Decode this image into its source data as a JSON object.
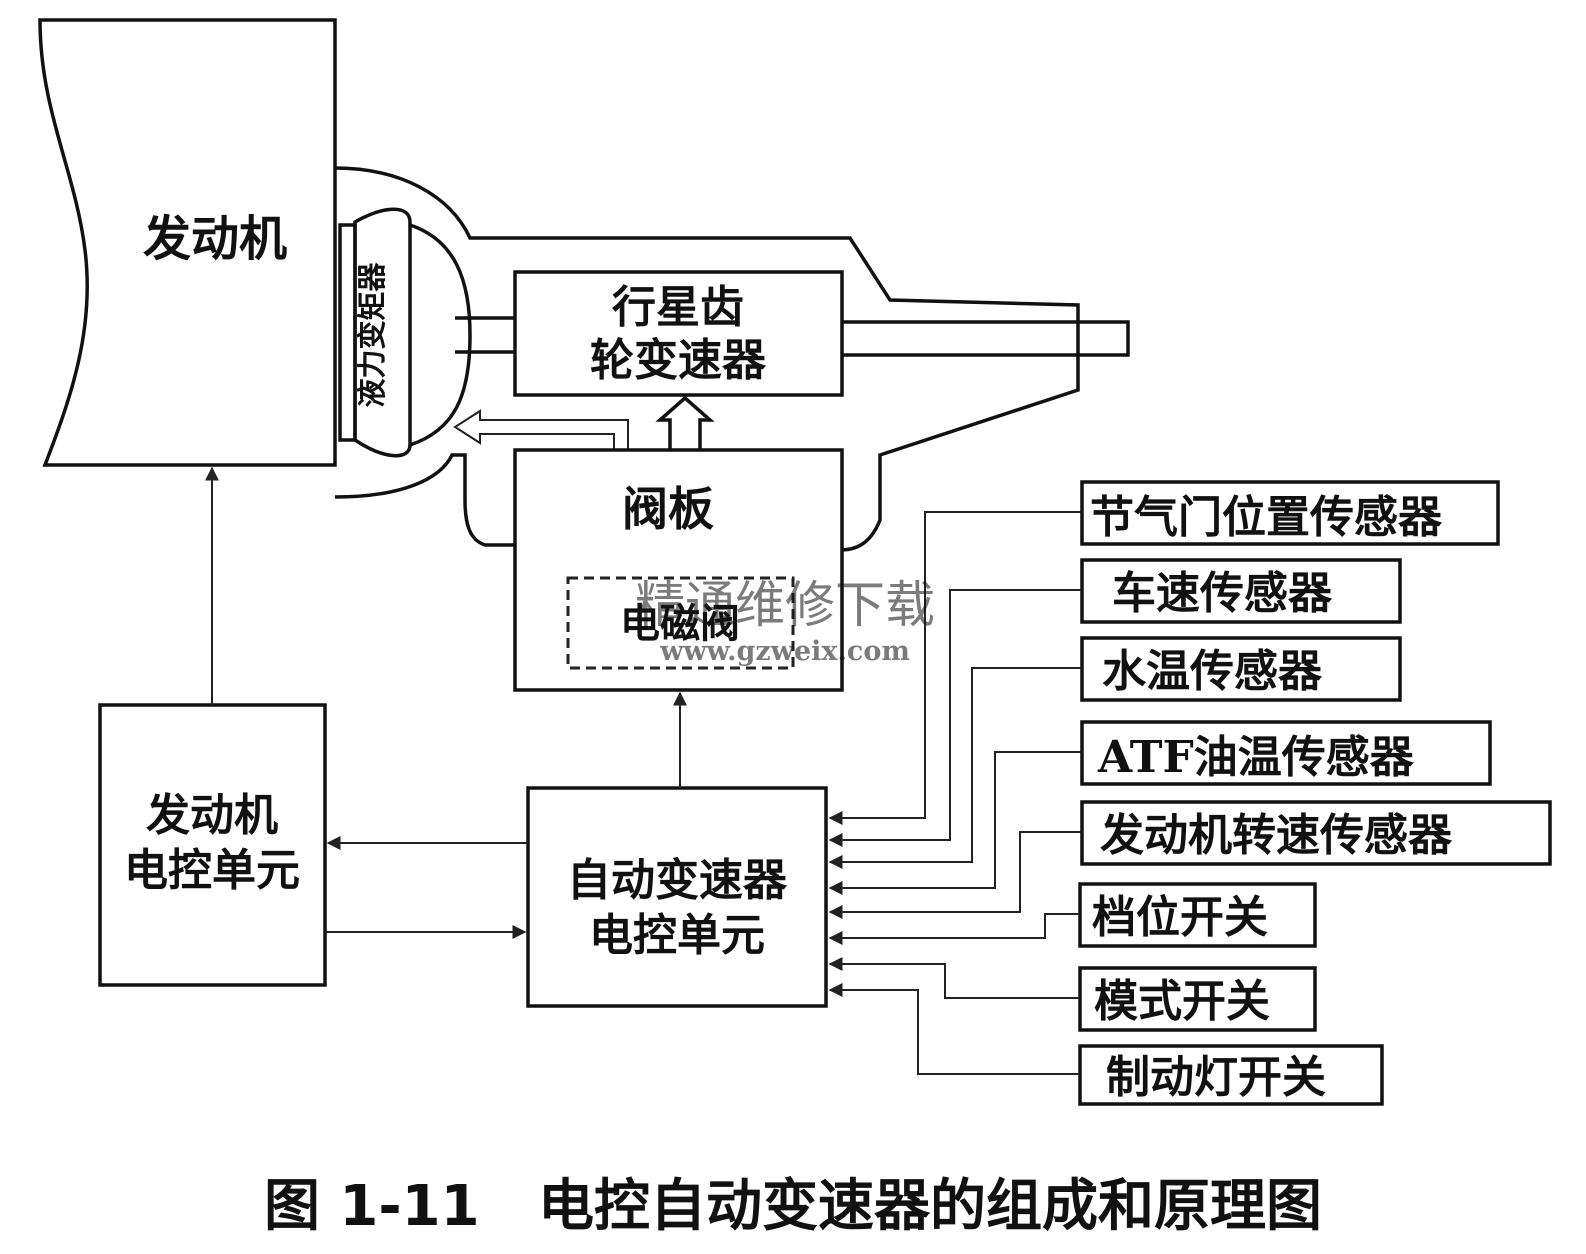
{
  "blocks": {
    "engine": "发动机",
    "torque_converter": "液力变矩器",
    "planetary_line1": "行星齿",
    "planetary_line2": "轮变速器",
    "valve_body": "阀板",
    "solenoid": "电磁阀",
    "engine_ecu_line1": "发动机",
    "engine_ecu_line2": "电控单元",
    "trans_ecu_line1": "自动变速器",
    "trans_ecu_line2": "电控单元"
  },
  "inputs": [
    "节气门位置传感器",
    "车速传感器",
    "水温传感器",
    "ATF油温传感器",
    "发动机转速传感器",
    "档位开关",
    "模式开关",
    "制动灯开关"
  ],
  "watermark": {
    "text": "精通维修下载",
    "url": "www.gzweix.com"
  },
  "caption": "图 1-11   电控自动变速器的组成和原理图"
}
